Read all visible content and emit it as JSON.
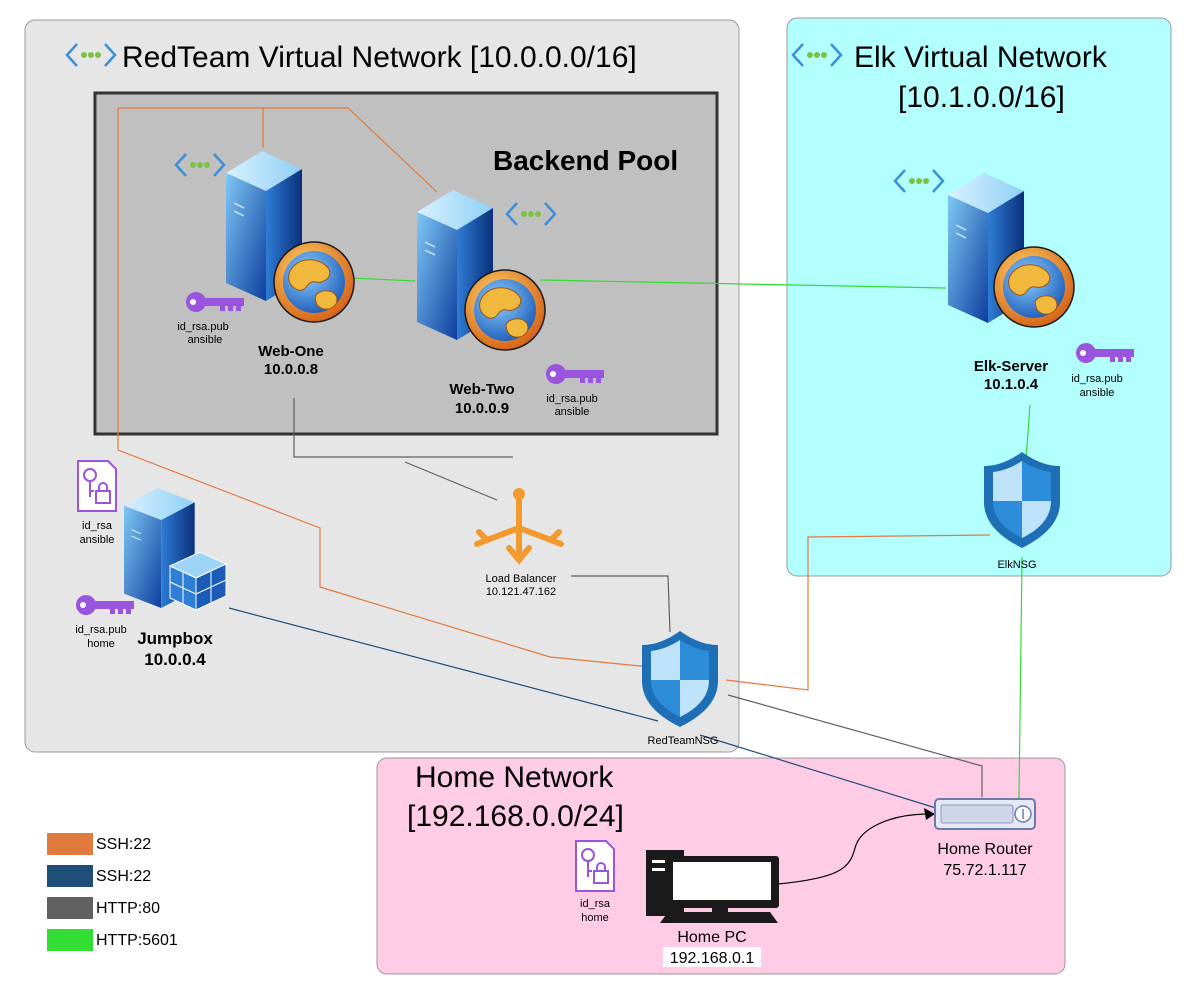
{
  "colors": {
    "ssh_orange": "#E07A3E",
    "ssh_blue": "#1F4E79",
    "http_gray": "#606060",
    "http_green": "#33DD33",
    "redteam_bg": "#E6E6E6",
    "elk_bg": "#B3FFFF",
    "home_bg": "#FFCCE6",
    "pool_bg": "#C0C0C0",
    "shield": "#1E6FB5",
    "key_purple": "#9955DD",
    "lb_orange": "#F29A2E"
  },
  "redteam": {
    "title": "RedTeam Virtual Network [10.0.0.0/16]"
  },
  "pool": {
    "title": "Backend Pool"
  },
  "elk": {
    "title_line1": "Elk Virtual Network",
    "title_line2": "[10.1.0.0/16]"
  },
  "home": {
    "title_line1": "Home Network",
    "title_line2": "[192.168.0.0/24]"
  },
  "web_one": {
    "name": "Web-One",
    "ip": "10.0.0.8",
    "key_line1": "id_rsa.pub",
    "key_line2": "ansible"
  },
  "web_two": {
    "name": "Web-Two",
    "ip": "10.0.0.9",
    "key_line1": "id_rsa.pub",
    "key_line2": "ansible"
  },
  "elk_server": {
    "name": "Elk-Server",
    "ip": "10.1.0.4",
    "key_line1": "id_rsa.pub",
    "key_line2": "ansible"
  },
  "jumpbox": {
    "name": "Jumpbox",
    "ip": "10.0.0.4",
    "private_key_line1": "id_rsa",
    "private_key_line2": "ansible",
    "pub_key_line1": "id_rsa.pub",
    "pub_key_line2": "home"
  },
  "load_balancer": {
    "name": "Load Balancer",
    "ip": "10.121.47.162"
  },
  "redteam_nsg": {
    "name": "RedTeamNSG"
  },
  "elk_nsg": {
    "name": "ElkNSG"
  },
  "home_router": {
    "name": "Home Router",
    "ip": "75.72.1.117"
  },
  "home_pc": {
    "name": "Home PC",
    "ip": "192.168.0.1",
    "key_line1": "id_rsa",
    "key_line2": "home"
  },
  "legend": [
    {
      "label": "SSH:22",
      "color": "#E07A3E"
    },
    {
      "label": "SSH:22",
      "color": "#1F4E79"
    },
    {
      "label": "HTTP:80",
      "color": "#606060"
    },
    {
      "label": "HTTP:5601",
      "color": "#33DD33"
    }
  ]
}
